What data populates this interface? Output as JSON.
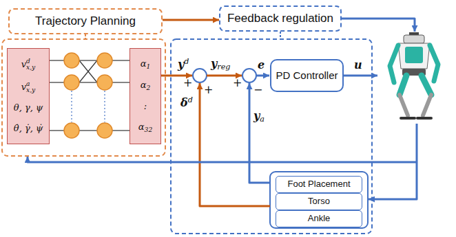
{
  "diagram": {
    "nodes": [
      {
        "text": [
          "Trajectory Planning"
        ]
      },
      {
        "text": [
          "Feedback regulation"
        ]
      },
      {
        "text": [
          "vdx,y",
          "vax,y",
          "θ, γ, ψ",
          "θ̇, γ̇, ψ̇"
        ]
      },
      {
        "text": [
          "α1",
          "α2",
          ":",
          "α32"
        ]
      },
      {
        "text": [
          "PD Controller"
        ]
      },
      {
        "text": [
          "Foot Placement"
        ]
      },
      {
        "text": [
          "Torso"
        ]
      },
      {
        "text": [
          "Ankle"
        ]
      }
    ],
    "edges": [
      {
        "from": 0,
        "to": 1,
        "arrow": "to"
      }
    ],
    "labels": [
      "yd",
      "+",
      "+",
      "δd",
      "yreg",
      "+",
      "−",
      "e",
      "ya",
      "u"
    ]
  }
}
